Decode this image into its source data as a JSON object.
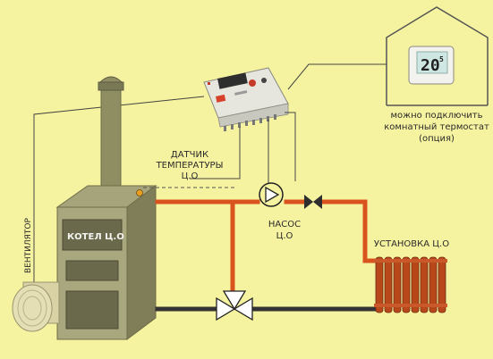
{
  "labels": {
    "boiler": "КОТЕЛ Ц.О",
    "fan": "ВЕНТИЛЯТОР",
    "sensor_line1": "ДАТЧИК",
    "sensor_line2": "ТЕМПЕРАТУРЫ",
    "sensor_line3": "Ц.О",
    "pump_line1": "НАСОС",
    "pump_line2": "Ц.О",
    "installation": "УСТАНОВКА Ц.О",
    "thermostat_line1": "можно подключить",
    "thermostat_line2": "комнатный термостат",
    "thermostat_line3": "(опция)"
  },
  "thermostat_display": {
    "value": "20",
    "decimal": "5"
  },
  "colors": {
    "background": "#f6f3a0",
    "supply_pipe": "#d9531e",
    "return_pipe": "#333333",
    "boiler_body": "#9b9a6d",
    "radiator": "#b8471a"
  }
}
